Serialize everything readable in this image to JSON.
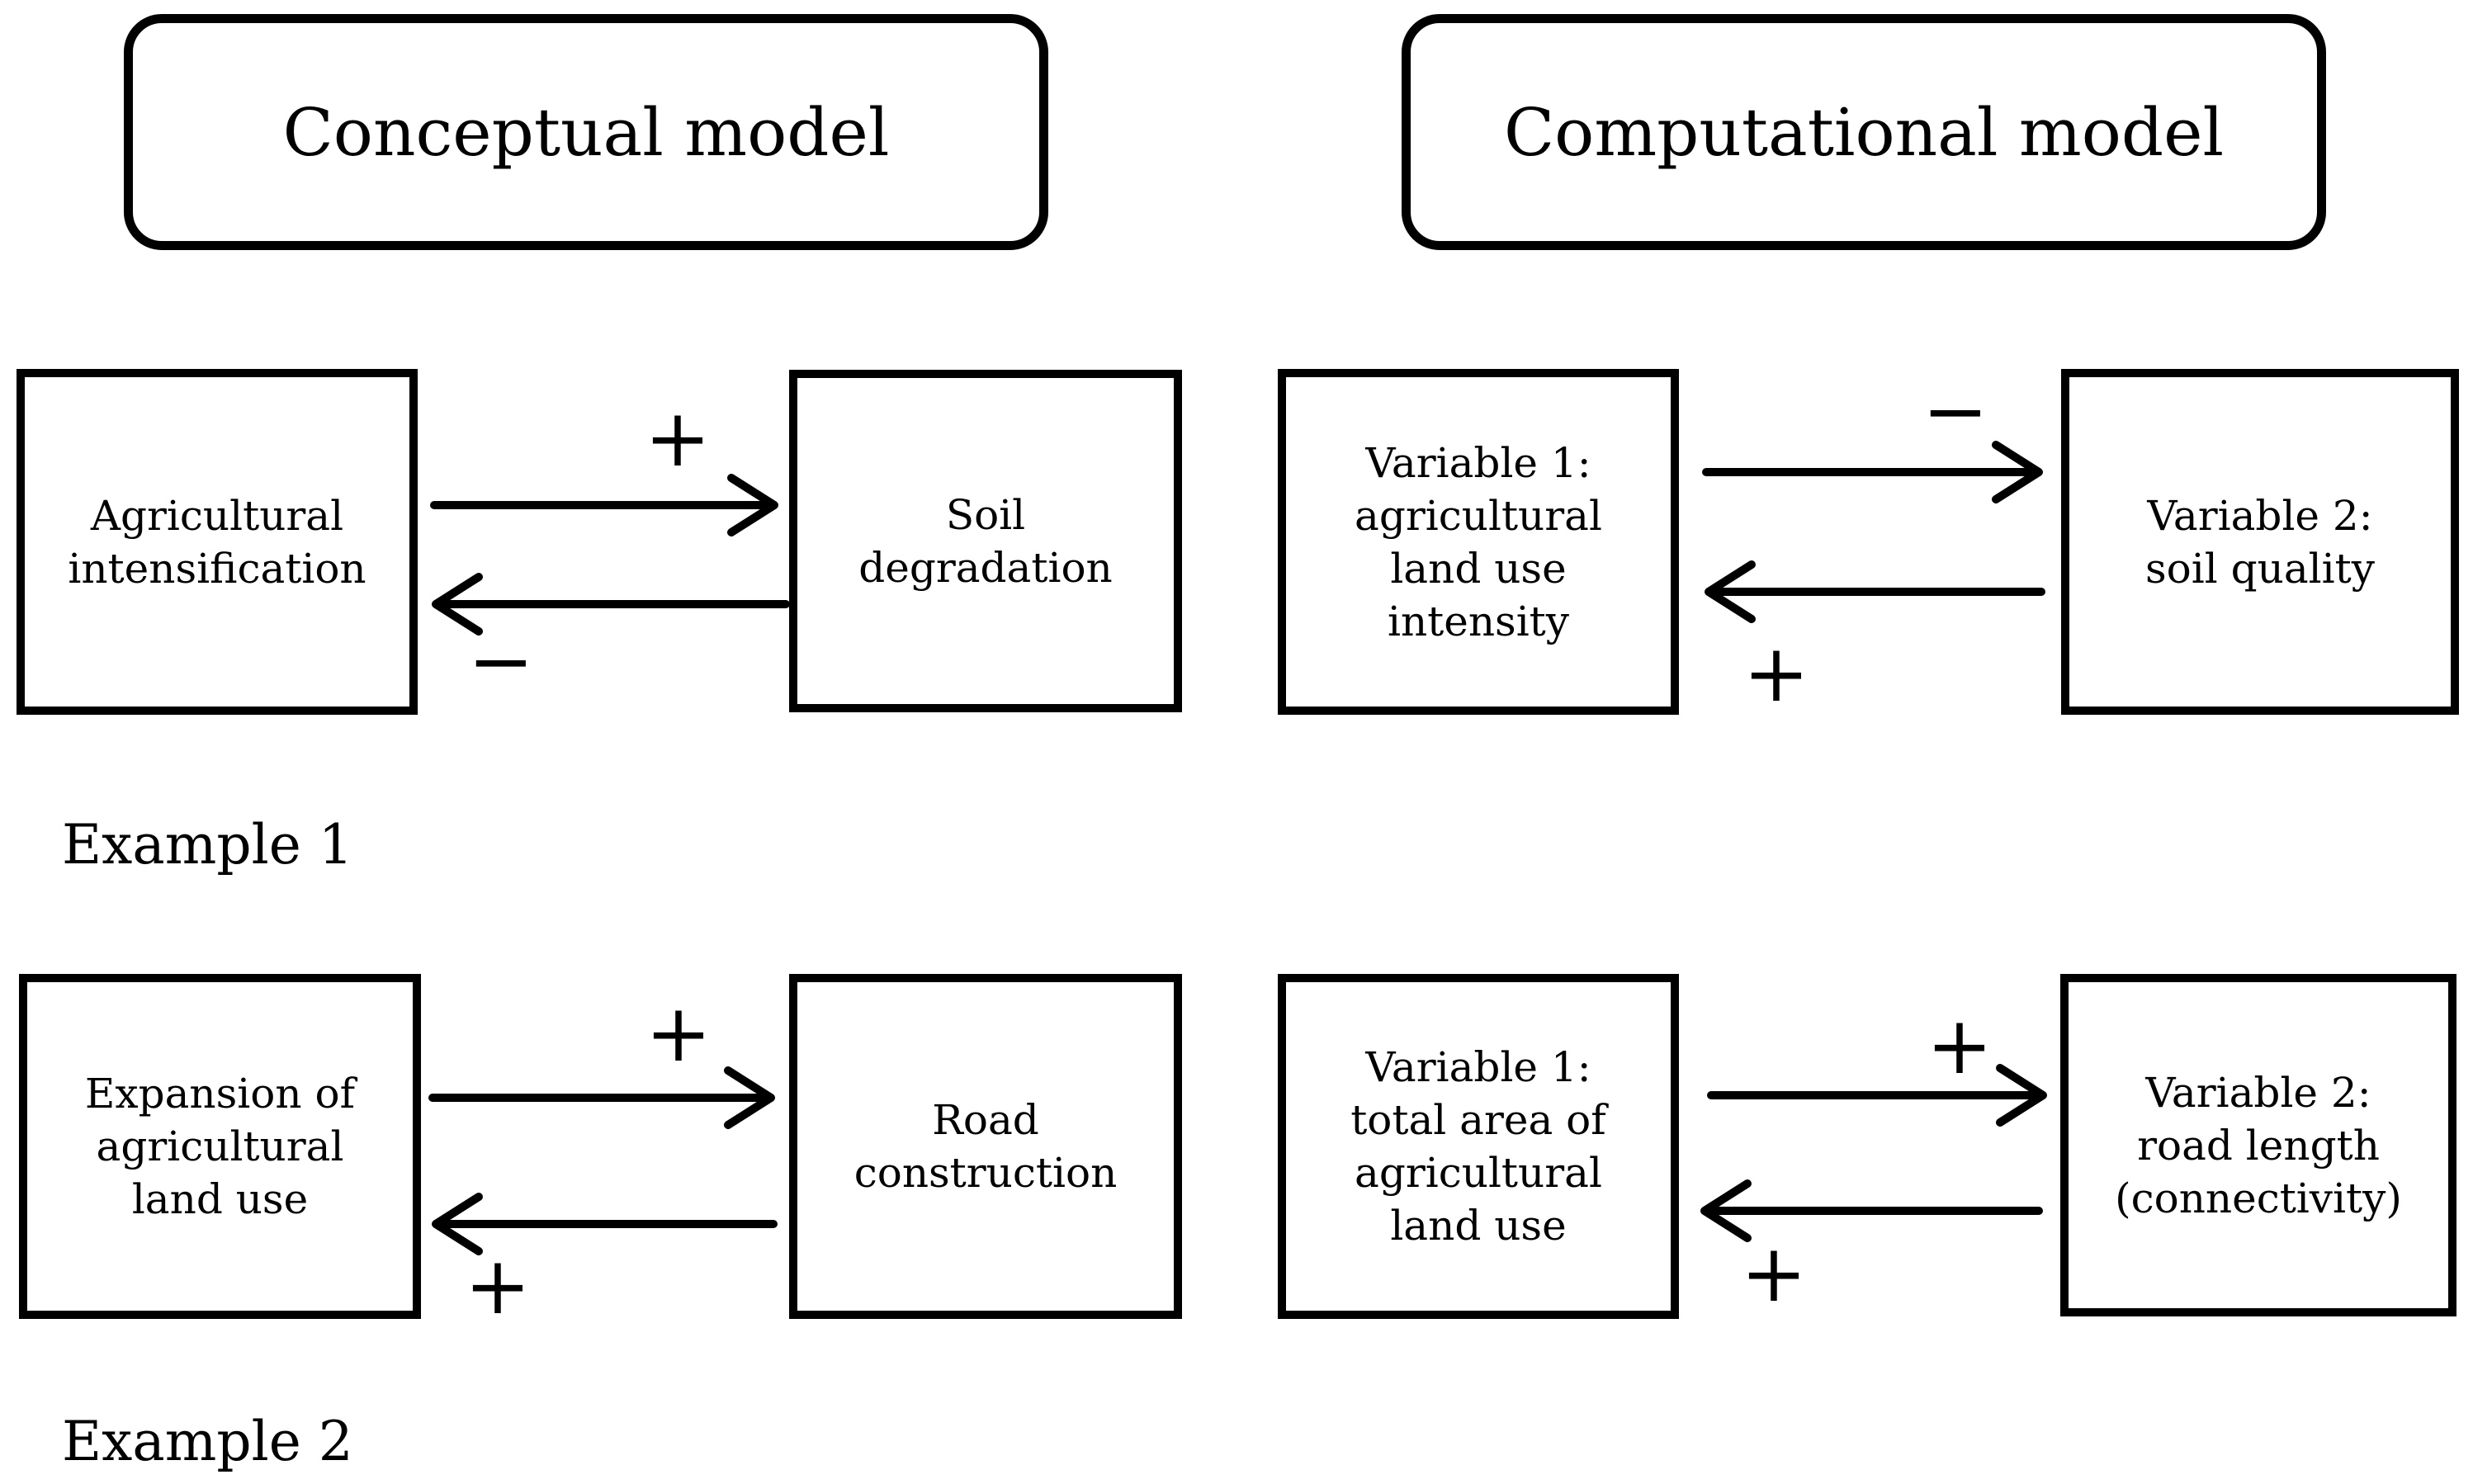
{
  "headers": {
    "conceptual": {
      "label": "Conceptual model"
    },
    "computational": {
      "label": "Computational model"
    }
  },
  "example1": {
    "label": "Example 1",
    "conceptual": {
      "source": "Agricultural\nintensification",
      "target": "Soil\ndegradation",
      "forward_sign": "+",
      "backward_sign": "−"
    },
    "computational": {
      "source": "Variable 1:\nagricultural\nland use\nintensity",
      "target": "Variable 2:\nsoil quality",
      "forward_sign": "−",
      "backward_sign": "+"
    }
  },
  "example2": {
    "label": "Example 2",
    "conceptual": {
      "source": "Expansion of\nagricultural\nland use",
      "target": "Road\nconstruction",
      "forward_sign": "+",
      "backward_sign": "+"
    },
    "computational": {
      "source": "Variable 1:\ntotal area of\nagricultural\nland use",
      "target": "Variable 2:\nroad length\n(connectivity)",
      "forward_sign": "+",
      "backward_sign": "+"
    }
  },
  "ink": "#000000",
  "background": "#ffffff"
}
